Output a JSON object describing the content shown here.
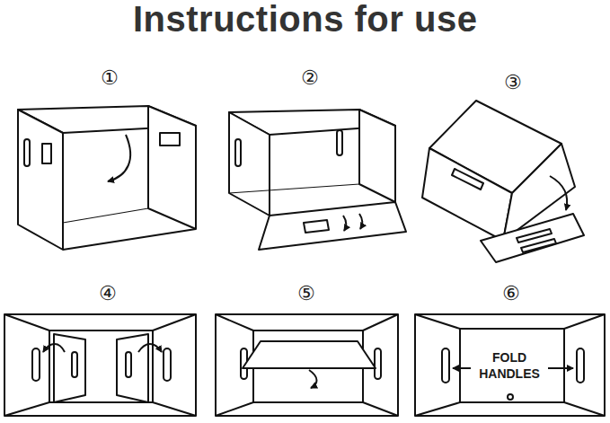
{
  "diagram": {
    "title": "Instructions for use",
    "labels": [
      "①",
      "②",
      "③",
      "④",
      "⑤",
      "⑥",
      "FOLD HANDLES"
    ]
  }
}
